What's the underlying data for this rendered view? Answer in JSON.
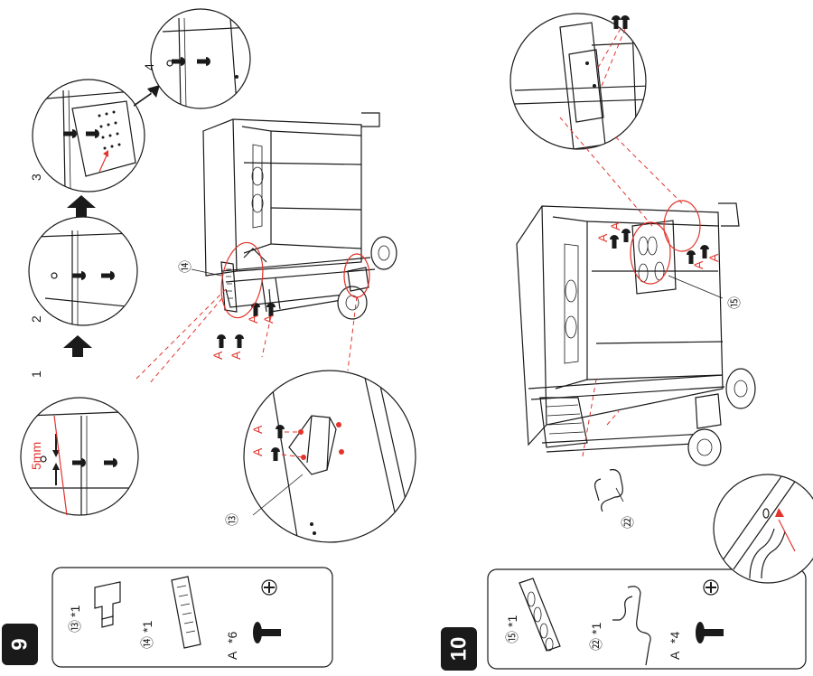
{
  "colors": {
    "accent": "#e3332b",
    "line": "#1a1a1a",
    "badge": "#1a1a1a"
  },
  "step9": {
    "badge": "9",
    "parts": [
      {
        "callout": "⑬",
        "qty": "*1"
      },
      {
        "callout": "⑭",
        "qty": "*1"
      },
      {
        "callout": "A",
        "qty": "*6"
      }
    ],
    "sequence": [
      "1",
      "2",
      "3",
      "4"
    ],
    "measurement": "5mm",
    "callouts": [
      "⑭",
      "⑬"
    ],
    "screw_labels": [
      "A",
      "A",
      "A",
      "A",
      "A",
      "A"
    ]
  },
  "step10": {
    "badge": "10",
    "parts": [
      {
        "callout": "⑮",
        "qty": "*1"
      },
      {
        "callout": "㉒",
        "qty": "*1"
      },
      {
        "callout": "A",
        "qty": "*4"
      }
    ],
    "callouts": [
      "⑮",
      "㉒"
    ],
    "screw_labels": [
      "A",
      "A",
      "A",
      "A"
    ]
  },
  "icons": [
    "screw-icon",
    "phillips-head-icon",
    "arrow-right-icon",
    "wheel-icon"
  ]
}
